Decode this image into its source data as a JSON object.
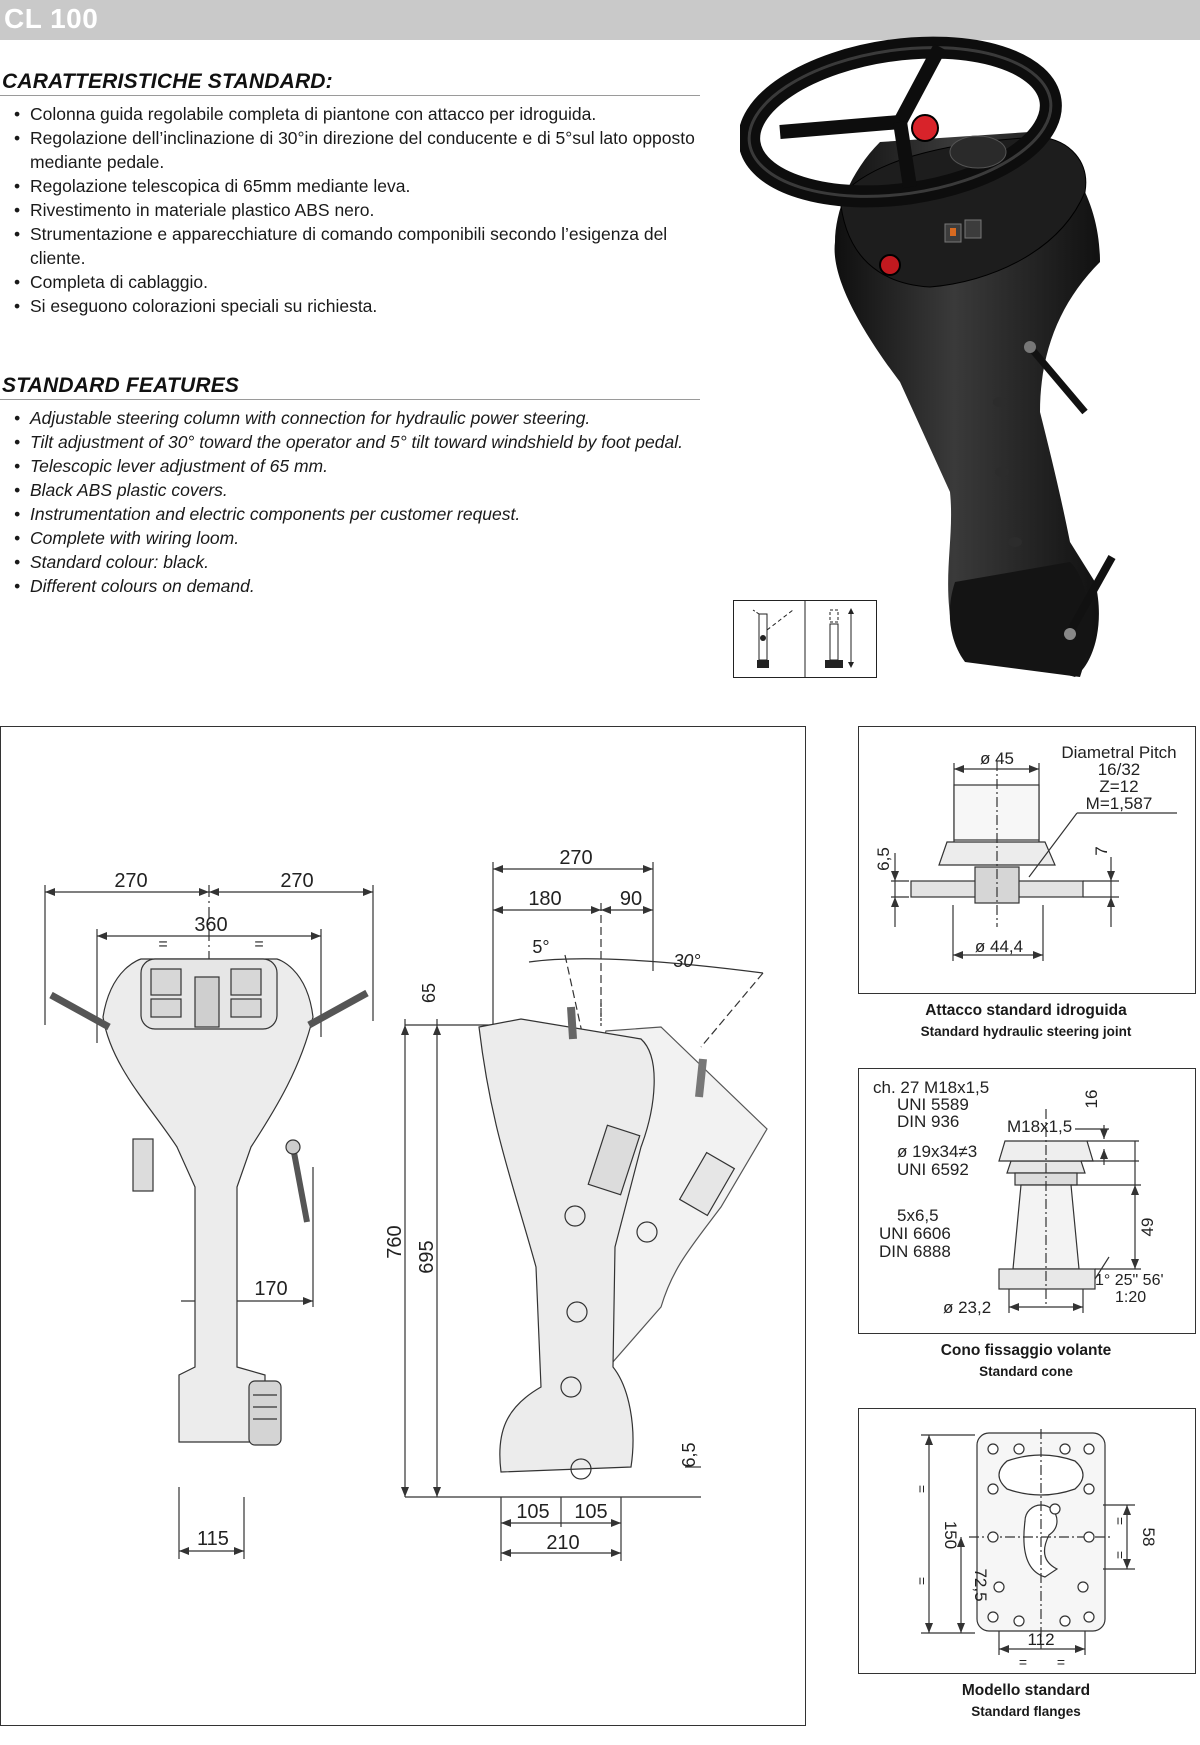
{
  "header": {
    "title": "CL 100"
  },
  "it_section": {
    "title": "CARATTERISTICHE STANDARD:",
    "items": [
      "Colonna guida regolabile completa di piantone con attacco per idroguida.",
      "Regolazione dell’inclinazione di 30°in direzione del conducente e di 5°sul lato opposto mediante pedale.",
      "Regolazione telescopica di 65mm mediante leva.",
      "Rivestimento in materiale plastico ABS nero.",
      "Strumentazione e apparecchiature di comando componibili secondo l’esigenza del cliente.",
      "Completa di cablaggio.",
      "Si eseguono colorazioni speciali su richiesta."
    ]
  },
  "en_section": {
    "title": "STANDARD FEATURES",
    "items": [
      "Adjustable steering column with connection for hydraulic power steering.",
      "Tilt adjustment of 30° toward the operator and 5° tilt toward windshield by foot pedal.",
      "Telescopic lever adjustment of 65 mm.",
      "Black ABS plastic covers.",
      "Instrumentation and electric components per customer request.",
      "Complete with wiring loom.",
      "Standard colour: black.",
      "Different colours on demand."
    ]
  },
  "drawing_main": {
    "front": {
      "d270a": "270",
      "d270b": "270",
      "d360": "360",
      "eq": "=",
      "d170": "170",
      "d115": "115"
    },
    "side": {
      "d270": "270",
      "d180": "180",
      "d90": "90",
      "ang5": "5°",
      "ang30": "30°",
      "d65": "65",
      "d760": "760",
      "d695": "695",
      "d65b": "6,5",
      "d105a": "105",
      "d105b": "105",
      "d210": "210"
    }
  },
  "drawing_joint": {
    "d45": "ø 45",
    "pitch1": "Diametral Pitch",
    "pitch2": "16/32",
    "pitch3": "Z=12",
    "pitch4": "M=1,587",
    "d65": "6,5",
    "d7": "7",
    "d444": "ø 44,4",
    "caption_it": "Attacco standard idroguida",
    "caption_en": "Standard hydraulic steering joint"
  },
  "drawing_cone": {
    "l1": "ch. 27 M18x1,5",
    "l2": "UNI  5589",
    "l3": "DIN  936",
    "m18": "M18x1,5",
    "d16": "16",
    "l4": "ø 19x34≠3",
    "l5": "UNI  6592",
    "l6": "5x6,5",
    "l7": "UNI  6606",
    "l8": "DIN  6888",
    "d49": "49",
    "taper1": "1° 25\" 56'",
    "taper2": "1:20",
    "d232": "ø 23,2",
    "caption_it": "Cono fissaggio volante",
    "caption_en": "Standard cone"
  },
  "drawing_flange": {
    "d150": "150",
    "d725": "72,5",
    "d58": "58",
    "d112": "112",
    "eq": "=",
    "caption_it": "Modello standard",
    "caption_en": "Standard flanges"
  },
  "colors": {
    "header_bar": "#c9c9c9",
    "column_body": "#1c1c1c",
    "red_button": "#d8232a"
  }
}
